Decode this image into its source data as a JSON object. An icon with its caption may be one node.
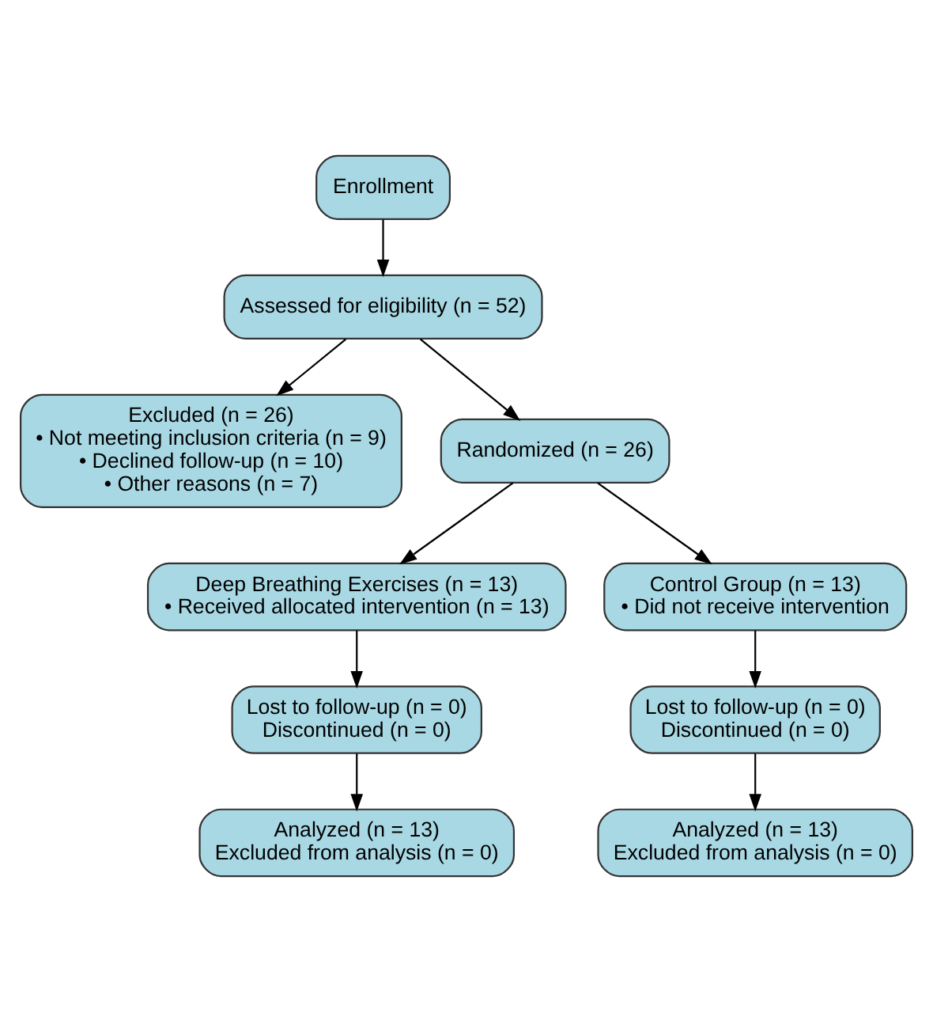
{
  "diagram": {
    "nodes": [
      {
        "text": [
          "Enrollment"
        ]
      },
      {
        "text": [
          "Assessed for eligibility (n = 52)"
        ]
      },
      {
        "text": [
          "Excluded (n = 26)",
          "• Not meeting inclusion criteria (n = 9)",
          "• Declined follow-up (n = 10)",
          "• Other reasons (n = 7)"
        ]
      },
      {
        "text": [
          "Randomized (n = 26)"
        ]
      },
      {
        "text": [
          "Deep Breathing Exercises (n = 13)",
          "• Received allocated intervention (n = 13)"
        ]
      },
      {
        "text": [
          "Control Group (n = 13)",
          "• Did not receive intervention"
        ]
      },
      {
        "text": [
          "Lost to follow-up (n = 0)",
          "Discontinued (n = 0)"
        ]
      },
      {
        "text": [
          "Lost to follow-up (n = 0)",
          "Discontinued (n = 0)"
        ]
      },
      {
        "text": [
          "Analyzed (n = 13)",
          "Excluded from analysis (n = 0)"
        ]
      },
      {
        "text": [
          "Analyzed (n = 13)",
          "Excluded from analysis (n = 0)"
        ]
      }
    ],
    "edges": [
      {
        "from": 0,
        "to": 1,
        "arrow": "to"
      },
      {
        "from": 1,
        "to": 2,
        "arrow": "to"
      },
      {
        "from": 1,
        "to": 3,
        "arrow": "to"
      },
      {
        "from": 3,
        "to": 4,
        "arrow": "to"
      },
      {
        "from": 3,
        "to": 5,
        "arrow": "to"
      },
      {
        "from": 4,
        "to": 6,
        "arrow": "to"
      },
      {
        "from": 5,
        "to": 7,
        "arrow": "to"
      },
      {
        "from": 6,
        "to": 8,
        "arrow": "to"
      },
      {
        "from": 7,
        "to": 9,
        "arrow": "to"
      }
    ]
  }
}
